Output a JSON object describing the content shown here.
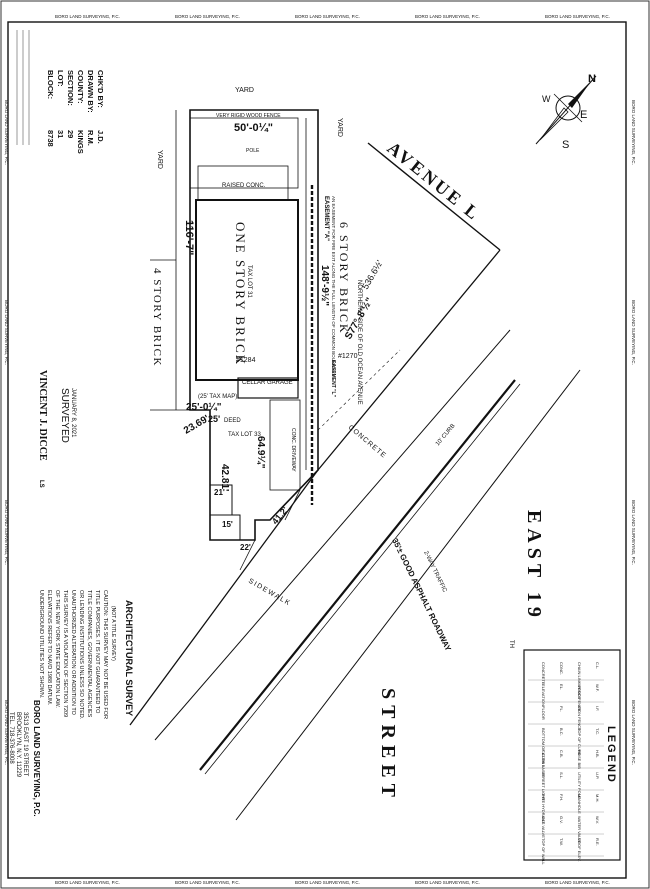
{
  "border": {
    "firm_repeat": "BORO LAND SURVEYING, P.C."
  },
  "block_info": {
    "block_label": "BLOCK:",
    "block_value": "8738",
    "lot_label": "LOT:",
    "lot_value": "31",
    "section_label": "SECTION:",
    "section_value": "29",
    "county_label": "COUNTY:",
    "county_value": "KINGS",
    "drawn_label": "DRAWN BY:",
    "drawn_value": "R.M.",
    "checked_label": "CHK'D BY:",
    "checked_value": "J.D."
  },
  "streets": {
    "avenue": "AVENUE L",
    "east": "EAST 19",
    "east_suffix": "TH",
    "street": "STREET",
    "roadway": "35'± GOOD ASPHALT ROADWAY",
    "traffic": "2-WAY TRAFFIC",
    "sidewalk": "SIDEWALK",
    "concrete": "CONCRETE",
    "curb": "10' CURB"
  },
  "lot": {
    "yard_top": "YARD",
    "yard_left": "YARD",
    "yard_right": "YARD",
    "dim_top": "50'-0¼\"",
    "dim_left": "116'-7\"",
    "dim_east": "148'-9½\"",
    "dim_bottom": "25'-0¼\"",
    "dim_deed": "25'",
    "deed_label": "DEED",
    "tax_map": "(25' TAX MAP)",
    "dim_angle": "23.69'",
    "dim_front": "42.81'",
    "dim_front2": "64.9¼\"",
    "dim_curb": "41.2'",
    "dim_21": "21'",
    "dim_15": "15'",
    "dim_22": "22'",
    "bearing": "S77°-8'½\"",
    "bearing2": "536.6½'",
    "fence_top": "VERY RIGID WOOD FENCE",
    "conc": "RAISED CONC.",
    "tax_lot_31": "TAX LOT 31",
    "tax_lot_33": "TAX LOT 33",
    "house_no_1284": "#1284",
    "house_no_1270": "#1270",
    "one_story": "ONE STORY BRICK",
    "four_story": "4 STORY BRICK",
    "six_story": "6 STORY BRICK",
    "cellar_garage": "CELLAR GARAGE",
    "driveway": "CONC. DRIVEWAY",
    "easement_a": "EASEMENT \"A\"",
    "easement_a_desc": "AN EASEMENT FOR FIRE EXIT ALONG THE FULL LENGTH OF COMMON BOUNDARY",
    "easement_l": "EASEMENT \"L\"",
    "northerly": "NORTHERLY SIDE OF OLD OCEAN AVENUE",
    "pole": "POLE"
  },
  "surveyor": {
    "name": "VINCENT J. DICCE",
    "name_suffix": "LS",
    "surveyed": "SURVEYED",
    "surveyed_date": "JANUARY 8, 2021",
    "title": "ARCHITECTURAL SURVEY",
    "title_sub": "(NOT A TITLE SURVEY)",
    "notes": [
      "CAUTION: THIS SURVEY MAY NOT BE USED FOR",
      "TITLE PURPOSES. IT IS NOT GUARANTEED TO",
      "TITLE COMPANIES, GOVERNMENTAL AGENCIES",
      "OR LENDING INSTITUTIONS UNLESS SO NOTED.",
      "UNAUTHORIZED ALTERATION OR ADDITION TO",
      "THIS SURVEY IS A VIOLATION OF SECTION 7209",
      "OF THE NEW YORK STATE EDUCATION LAW.",
      "ELEVATIONS REFER TO NAVD 1988 DATUM.",
      "UNDERGROUND UTILITIES NOT SHOWN."
    ],
    "firm": "BORO LAND SURVEYING, P.C.",
    "addr1": "3513 EAST 19 STREET",
    "addr2": "BROOKLYN, N.Y. 11229",
    "tel": "TEL. 718-376-8008"
  },
  "legend": {
    "title": "LEGEND",
    "rows": [
      [
        "C.L.",
        "CHAIN LINK FENCE",
        "CONC.",
        "CONCRETE"
      ],
      [
        "W.F.",
        "WOOD FENCE",
        "EL.",
        "ELEVATION"
      ],
      [
        "I.F.",
        "IRON FENCE",
        "FL.",
        "FLOOR"
      ],
      [
        "T.C.",
        "TOP OF CURB",
        "B.C.",
        "BOTTOM OF CURB"
      ],
      [
        "H.B.",
        "HOSE BIB",
        "C.B.",
        "CATCH BASIN"
      ],
      [
        "U.P.",
        "UTILITY POLE",
        "S.L.",
        "STREET LIGHT"
      ],
      [
        "M.H.",
        "MANHOLE",
        "F.H.",
        "FIRE HYDRANT"
      ],
      [
        "W.V.",
        "WATER VALVE",
        "G.V.",
        "GAS VALVE"
      ],
      [
        "R.E.",
        "ROOF ELEV.",
        "T.W.",
        "TOP OF WALL"
      ]
    ]
  },
  "north": {
    "n": "N",
    "e": "E",
    "s": "S",
    "w": "W"
  }
}
